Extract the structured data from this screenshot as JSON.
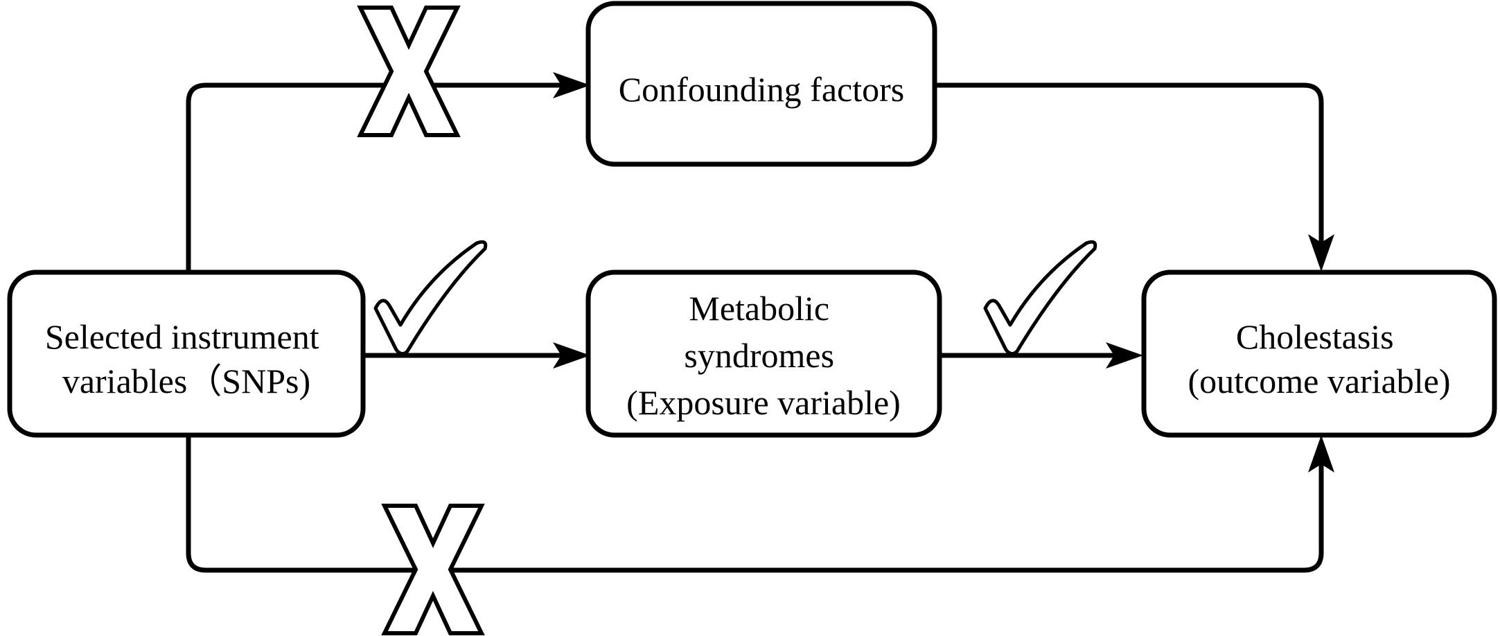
{
  "diagram": {
    "nodes": {
      "confounding": {
        "lines": [
          "Confounding factors"
        ]
      },
      "snps": {
        "lines": [
          "Selected instrument",
          "variables（SNPs)"
        ]
      },
      "exposure": {
        "lines": [
          "Metabolic",
          "syndromes",
          "(Exposure variable)"
        ]
      },
      "outcome": {
        "lines": [
          "Cholestasis",
          "(outcome variable)"
        ]
      }
    },
    "edges": [
      {
        "from": "snps",
        "to": "confounding",
        "status": "invalid",
        "marker": "x-mark-icon"
      },
      {
        "from": "confounding",
        "to": "outcome",
        "status": "path",
        "marker": ""
      },
      {
        "from": "snps",
        "to": "exposure",
        "status": "valid",
        "marker": "checkmark-icon"
      },
      {
        "from": "exposure",
        "to": "outcome",
        "status": "valid",
        "marker": "checkmark-icon"
      },
      {
        "from": "snps",
        "to": "outcome",
        "status": "invalid",
        "marker": "x-mark-icon"
      }
    ],
    "colors": {
      "stroke": "#000000",
      "background": "#ffffff"
    }
  }
}
